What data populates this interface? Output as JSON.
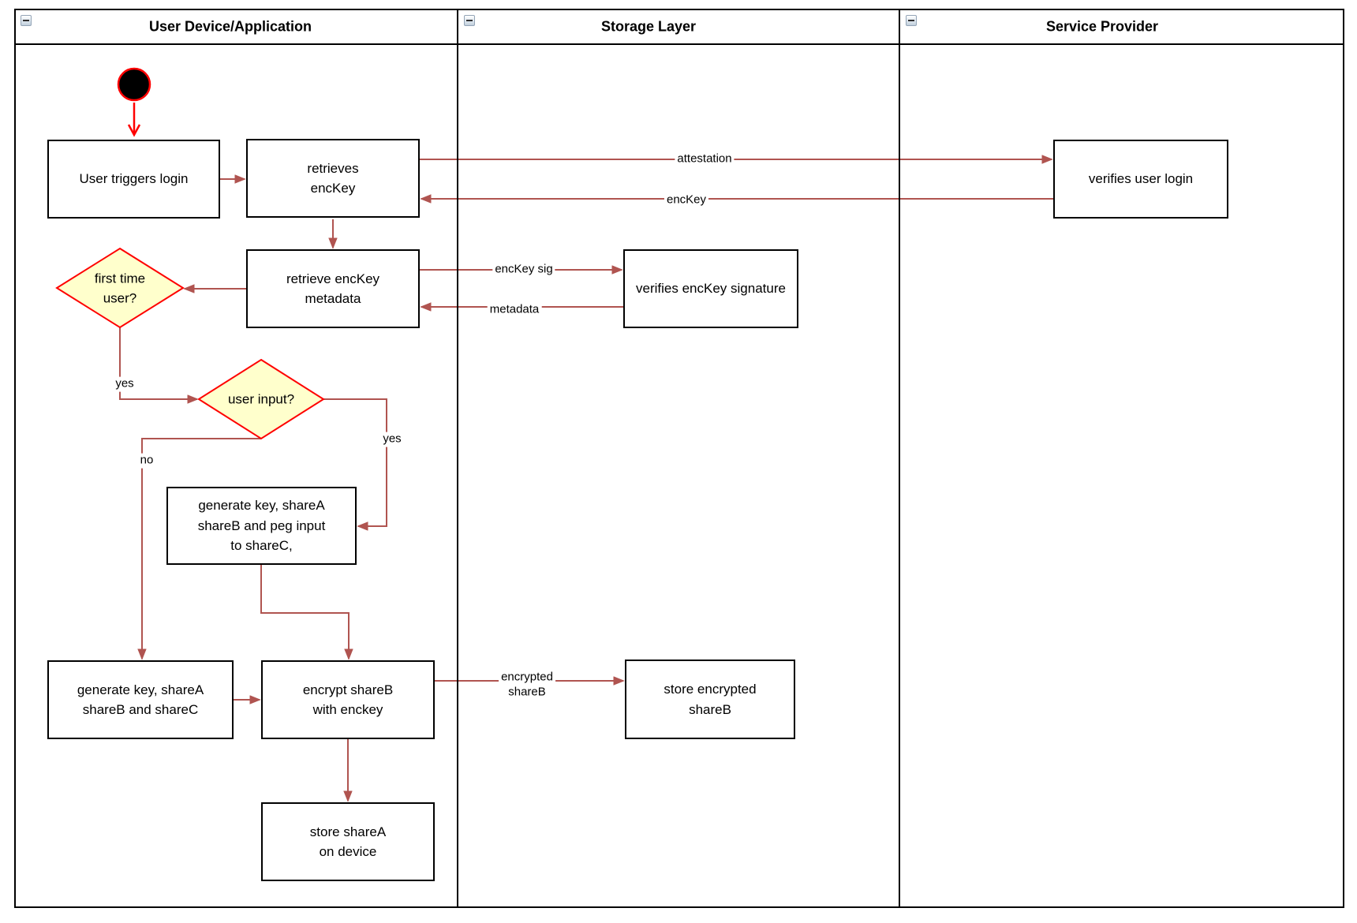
{
  "pool": {
    "lanes": [
      {
        "title": "User Device/Application"
      },
      {
        "title": "Storage Layer"
      },
      {
        "title": "Service Provider"
      }
    ]
  },
  "icons": {
    "lane_collapse": "minus-box"
  },
  "nodes": {
    "user_triggers_login": {
      "text": "User triggers login"
    },
    "retrieves_enckey": {
      "text": "retrieves\nencKey"
    },
    "retrieve_enckey_metadata": {
      "text": "retrieve encKey\nmetadata"
    },
    "first_time_user": {
      "text": "first time\nuser?"
    },
    "user_input": {
      "text": "user input?"
    },
    "generate_key_peg_input": {
      "text": "generate key, shareA\nshareB and peg input\nto shareC,"
    },
    "generate_key_sharec": {
      "text": "generate key, shareA\nshareB and shareC"
    },
    "encrypt_shareb": {
      "text": "encrypt shareB\nwith enckey"
    },
    "store_sharea": {
      "text": "store shareA\non device"
    },
    "verifies_enckey_signature": {
      "text": "verifies encKey signature"
    },
    "store_encrypted_shareb": {
      "text": "store encrypted\nshareB"
    },
    "verifies_user_login": {
      "text": "verifies user login"
    }
  },
  "edge_labels": {
    "attestation": "attestation",
    "enckey": "encKey",
    "enckey_sig": "encKey sig",
    "metadata": "metadata",
    "first_time_yes": "yes",
    "user_input_yes": "yes",
    "user_input_no": "no",
    "encrypted_shareb": "encrypted\nshareB"
  },
  "colors": {
    "edge": "#b05450",
    "accent_red": "#ff0000",
    "decision_fill": "#ffffcc",
    "node_border": "#000000",
    "node_fill": "#ffffff"
  }
}
